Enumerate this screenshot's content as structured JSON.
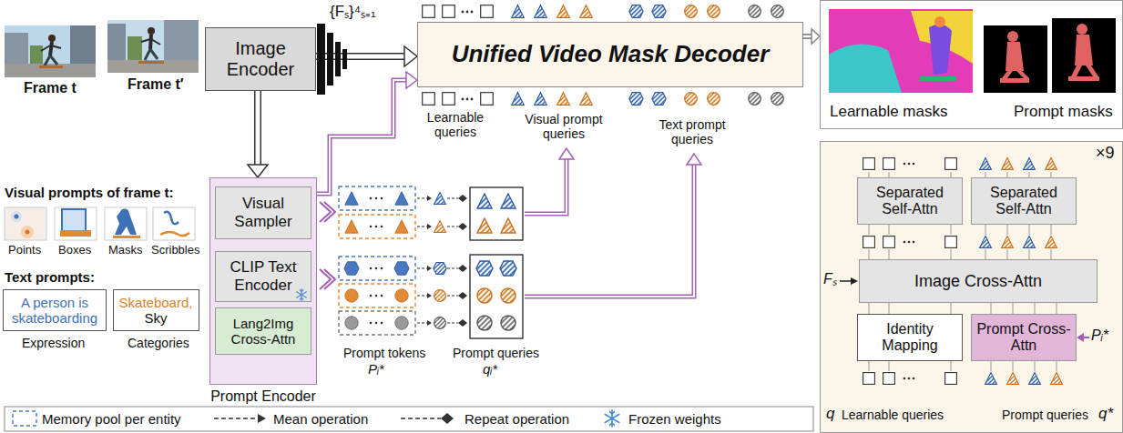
{
  "diagram": {
    "nodes": [
      {
        "text": [
          "Image Encoder"
        ]
      },
      {
        "text": [
          "Unified Video Mask Decoder"
        ]
      },
      {
        "text": [
          "Learnable masks",
          "Prompt masks"
        ]
      },
      {
        "text": [
          "×9"
        ]
      },
      {
        "text": [
          "Separated Self-Attn"
        ],
        "in": 3
      },
      {
        "text": [
          "Separated Self-Attn"
        ],
        "in": 3
      },
      {
        "text": [
          "Image Cross-Attn"
        ],
        "in": 3
      },
      {
        "text": [
          "Identity Mapping"
        ],
        "in": 3
      },
      {
        "text": [
          "Prompt Cross-Attn"
        ],
        "in": 3
      },
      {
        "text": [
          "Prompt Encoder"
        ]
      },
      {
        "text": [
          "Visual Sampler"
        ],
        "in": 9
      },
      {
        "text": [
          "CLIP Text Encoder"
        ],
        "in": 9
      },
      {
        "text": [
          "Lang2Img Cross-Attn"
        ],
        "in": 9
      },
      {
        "text": [
          "A person is skateboarding"
        ]
      },
      {
        "text": [
          "Skateboard,",
          "Sky"
        ]
      }
    ],
    "edges": [
      {
        "from": 0,
        "to": 1,
        "arrow": "to"
      },
      {
        "from": 1,
        "to": 2,
        "arrow": "to"
      },
      {
        "from": 0,
        "to": 9,
        "arrow": "to"
      },
      {
        "from": 10,
        "to": 1,
        "arrow": "to"
      }
    ],
    "labels": [
      "{Fₛ}⁴ₛ₌₁",
      "Frame t",
      "Frame t′",
      "Learnable queries",
      "Visual prompt queries",
      "Text prompt queries",
      "Visual prompts of frame t:",
      "Points",
      "Boxes",
      "Masks",
      "Scribbles",
      "Text prompts:",
      "Expression",
      "Categories",
      "Prompt tokens",
      "Pᵢ*",
      "Prompt queries",
      "qᵢ*",
      "Fₛ",
      "Pᵢ*",
      "q",
      "Learnable queries",
      "Prompt queries",
      "q*"
    ],
    "legend": [
      {
        "text": "Memory pool per entity"
      },
      {
        "text": "Mean operation"
      },
      {
        "text": "Repeat operation"
      },
      {
        "text": "Frozen weights"
      }
    ]
  }
}
